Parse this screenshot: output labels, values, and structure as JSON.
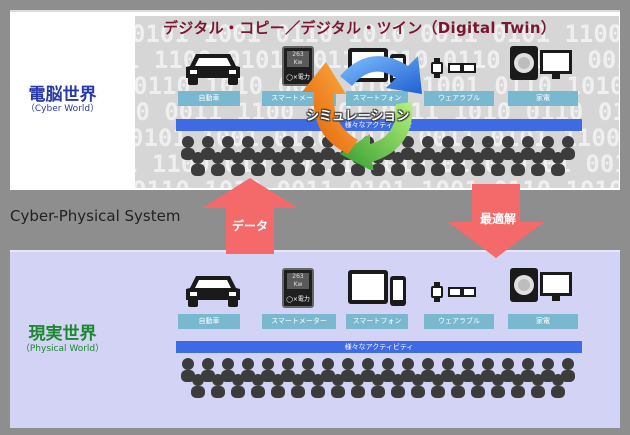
{
  "title": "デジタル・コピー／デジタル・ツイン（Digital Twin）",
  "cyber": {
    "name": "電脳世界",
    "sub": "（Cyber World）"
  },
  "physical": {
    "name": "現実世界",
    "sub": "（Physical World）"
  },
  "cps": "Cyber-Physical System",
  "arrows": {
    "up": "データ",
    "down": "最適解"
  },
  "simulation": "シミュレーション",
  "devices": [
    "自動車",
    "スマートメーター",
    "スマートフォン",
    "ウェアラブル",
    "家電"
  ],
  "activity": "様々なアクティビティ",
  "meter": {
    "value": "263",
    "unit": "Kw",
    "caption": "◯×電力"
  },
  "colors": {
    "background": "#8e8e8e",
    "cyber_panel": "#ffffff",
    "physical_panel": "#d2d3f5",
    "label_box": "#79b8cf",
    "activity_bar": "#3f6ae6",
    "arrow_red": "#f46a6a",
    "title": "#7a1730",
    "cyber_text": "#2a39a8",
    "physical_text": "#1b8a2f"
  }
}
